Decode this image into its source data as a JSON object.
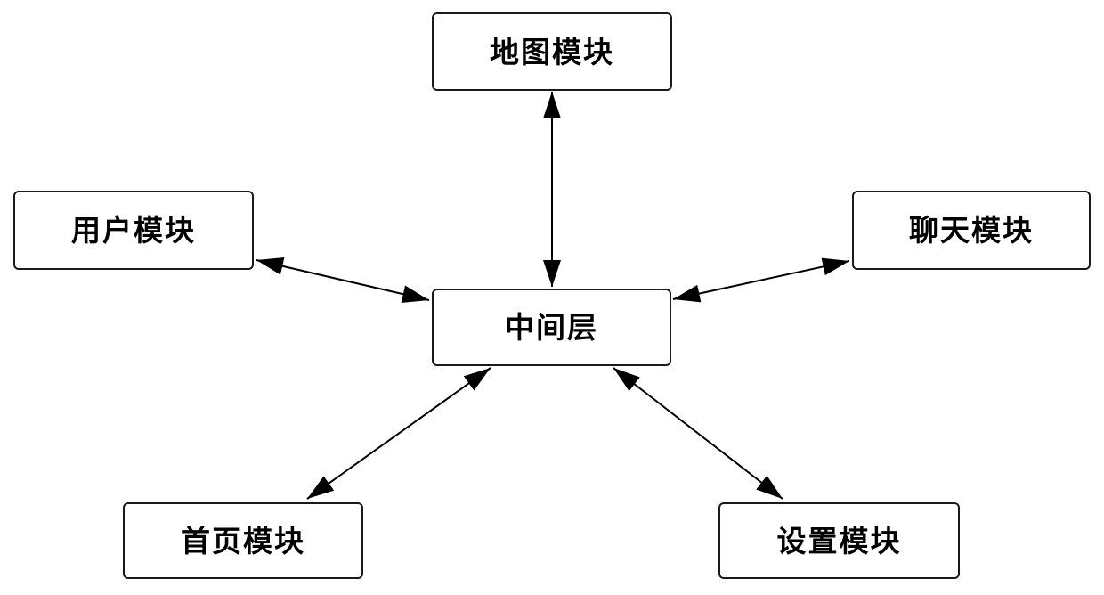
{
  "diagram": {
    "title": "module-architecture",
    "nodes": [
      {
        "id": "map",
        "label": "地图模块"
      },
      {
        "id": "user",
        "label": "用户模块"
      },
      {
        "id": "chat",
        "label": "聊天模块"
      },
      {
        "id": "middle",
        "label": "中间层"
      },
      {
        "id": "home",
        "label": "首页模块"
      },
      {
        "id": "settings",
        "label": "设置模块"
      }
    ],
    "edges": [
      {
        "from": "地图模块",
        "to": "中间层",
        "direction": "bidirectional"
      },
      {
        "from": "用户模块",
        "to": "中间层",
        "direction": "bidirectional"
      },
      {
        "from": "聊天模块",
        "to": "中间层",
        "direction": "bidirectional"
      },
      {
        "from": "首页模块",
        "to": "中间层",
        "direction": "bidirectional"
      },
      {
        "from": "设置模块",
        "to": "中间层",
        "direction": "bidirectional"
      }
    ],
    "colors": {
      "background": "#ffffff",
      "node_fill": "#ffffff",
      "node_border": "#1a1a1a",
      "arrow": "#000000",
      "text": "#000000"
    }
  }
}
